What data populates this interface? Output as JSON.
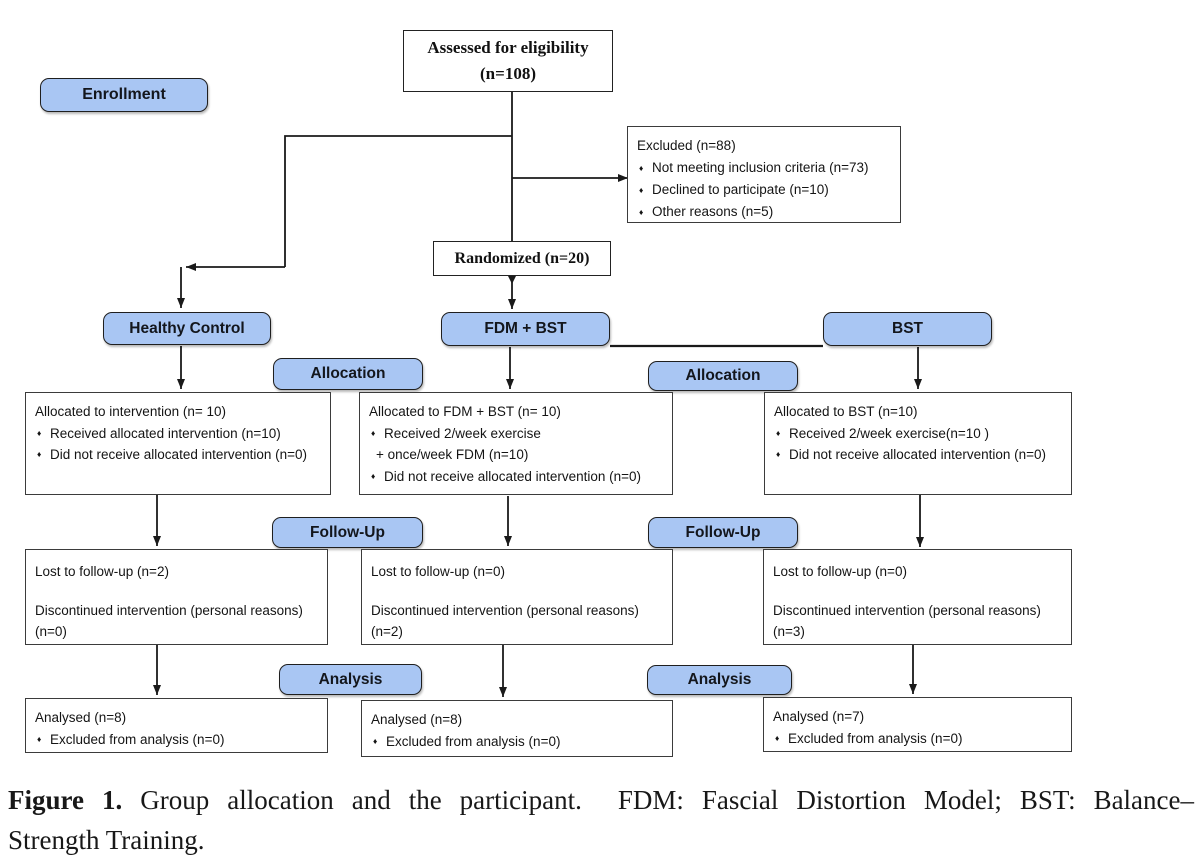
{
  "ui": {
    "bullet_glyph": "♦"
  },
  "colors": {
    "stage_fill": "#a9c6f3",
    "stage_border": "#1f1f1f",
    "box_border": "#3b3b3b",
    "connector": "#1a1a1a"
  },
  "stages": {
    "enrollment": "Enrollment",
    "allocation": "Allocation",
    "followup": "Follow-Up",
    "analysis": "Analysis"
  },
  "eligibility": {
    "line1": "Assessed for eligibility",
    "line2": "(n=108)"
  },
  "excluded": {
    "title": "Excluded (n=88)",
    "items": [
      "Not meeting inclusion criteria (n=73)",
      "Declined to participate (n=10)",
      "Other reasons (n=5)"
    ]
  },
  "randomized": "Randomized (n=20)",
  "groups": [
    {
      "header": "Healthy Control",
      "allocation": {
        "title": "Allocated to intervention (n= 10)",
        "bullets": [
          "Received allocated intervention (n=10)",
          "Did not receive allocated intervention (n=0)"
        ]
      },
      "followup": {
        "line1": "Lost to follow-up (n=2)",
        "line2": "Discontinued intervention (personal reasons)",
        "line3": "(n=0)"
      },
      "analysis": {
        "title": "Analysed (n=8)",
        "bullets": [
          "Excluded from analysis (n=0)"
        ]
      }
    },
    {
      "header": "FDM + BST",
      "allocation": {
        "title": "Allocated to FDM + BST (n= 10)",
        "bullets": [
          "Received 2/week exercise",
          "Did not receive allocated intervention (n=0)"
        ],
        "continuation": "+ once/week FDM (n=10)"
      },
      "followup": {
        "line1": "Lost to follow-up (n=0)",
        "line2": "Discontinued intervention (personal reasons)",
        "line3": "(n=2)"
      },
      "analysis": {
        "title": "Analysed (n=8)",
        "bullets": [
          "Excluded from analysis (n=0)"
        ]
      }
    },
    {
      "header": "BST",
      "allocation": {
        "title": "Allocated to BST (n=10)",
        "bullets": [
          "Received 2/week exercise(n=10 )",
          "Did not receive allocated intervention (n=0)"
        ]
      },
      "followup": {
        "line1": "Lost to follow-up (n=0)",
        "line2": "Discontinued intervention (personal reasons)",
        "line3": "(n=3)"
      },
      "analysis": {
        "title": "Analysed (n=7)",
        "bullets": [
          "Excluded from analysis (n=0)"
        ]
      }
    }
  ],
  "caption": {
    "bold": "Figure 1.",
    "line1": "Group allocation and the participant.  FDM: Fascial Distortion Model; BST: Balance–",
    "line2": "Strength Training."
  }
}
